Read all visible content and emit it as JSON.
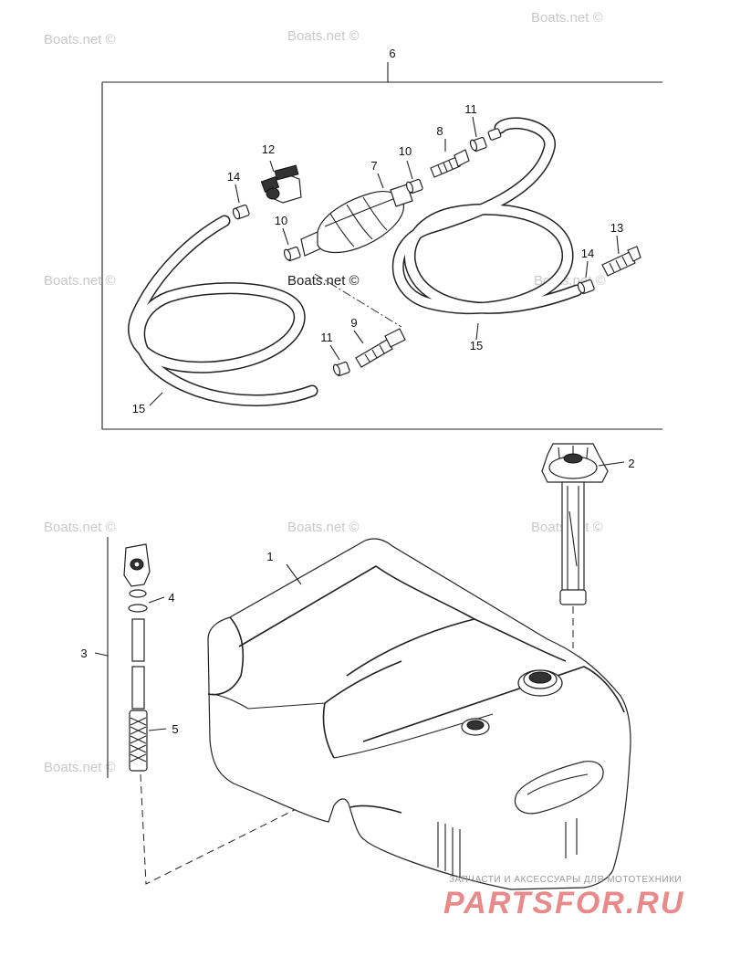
{
  "callouts": {
    "c1": "1",
    "c2": "2",
    "c3": "3",
    "c4": "4",
    "c5": "5",
    "c6": "6",
    "c7": "7",
    "c8": "8",
    "c9": "9",
    "c10a": "10",
    "c10b": "10",
    "c11a": "11",
    "c11b": "11",
    "c12": "12",
    "c13": "13",
    "c14a": "14",
    "c14b": "14",
    "c15a": "15",
    "c15b": "15"
  },
  "watermark": {
    "text": "Boats.net ©"
  },
  "branding": {
    "subtitle": "ЗАПЧАСТИ И АКСЕССУАРЫ ДЛЯ МОТОТЕХНИКИ",
    "logo": "PARTSFOR.RU"
  }
}
